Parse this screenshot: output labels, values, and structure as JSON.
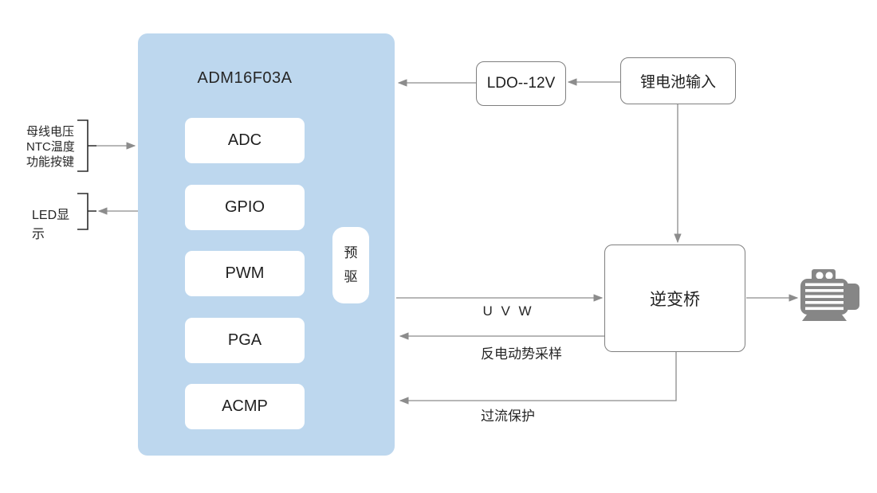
{
  "chip": {
    "title": "ADM16F03A",
    "modules": [
      "ADC",
      "GPIO",
      "PWM",
      "PGA",
      "ACMP"
    ],
    "predriver": "预驱"
  },
  "external": {
    "ldo": "LDO--12V",
    "battery": "锂电池输入",
    "inverter": "逆变桥"
  },
  "left_io": {
    "inputs": [
      "母线电压",
      "NTC温度",
      "功能按键"
    ],
    "output": "LED显示"
  },
  "signal_labels": {
    "uvw": "U V W",
    "back_emf": "反电动势采样",
    "overcurrent": "过流保护"
  },
  "icons": {
    "motor": "motor-icon"
  },
  "colors": {
    "chip_fill": "#BDD7EE",
    "box_border": "#7F7F7F",
    "arrow": "#8C8C8C",
    "bracket": "#2B2B2B",
    "text": "#262626",
    "motor": "#868686"
  }
}
